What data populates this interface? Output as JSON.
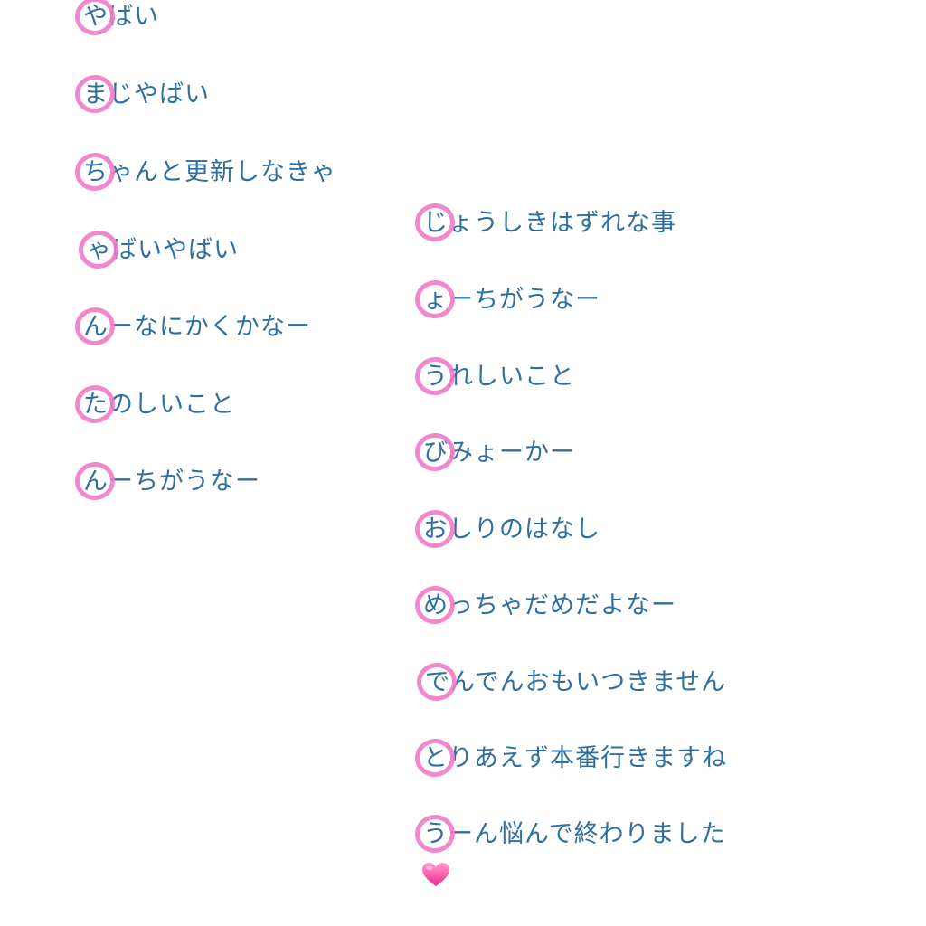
{
  "colors": {
    "text": "#2f6f9f",
    "circle": "#f07ac8",
    "heart": "#ff4fa3",
    "background": "#ffffff"
  },
  "left_column": {
    "lines": [
      {
        "first": "や",
        "rest": "ばい"
      },
      {
        "first": "ま",
        "rest": "じやばい"
      },
      {
        "first": "ち",
        "rest": "ゃんと更新しなきゃ"
      },
      {
        "first": "ゃ",
        "rest": "ばいやばい"
      },
      {
        "first": "ん",
        "rest": "ーなにかくかなー"
      },
      {
        "first": "た",
        "rest": "のしいこと"
      },
      {
        "first": "ん",
        "rest": "ーちがうなー"
      }
    ]
  },
  "right_column": {
    "lines": [
      {
        "first": "じ",
        "rest": "ょうしきはずれな事"
      },
      {
        "first": "ょ",
        "rest": "ーちがうなー"
      },
      {
        "first": "う",
        "rest": "れしいこと"
      },
      {
        "first": "び",
        "rest": "みょーかー"
      },
      {
        "first": "お",
        "rest": "しりのはなし"
      },
      {
        "first": "め",
        "rest": "っちゃだめだよなー"
      },
      {
        "first": "で",
        "rest": "んでんおもいつきません"
      },
      {
        "first": "と",
        "rest": "りあえず本番行きますね"
      },
      {
        "first": "う",
        "rest": "ーん悩んで終わりました"
      }
    ]
  },
  "decoration": {
    "heart_icon": "pink-heart-emoji"
  }
}
